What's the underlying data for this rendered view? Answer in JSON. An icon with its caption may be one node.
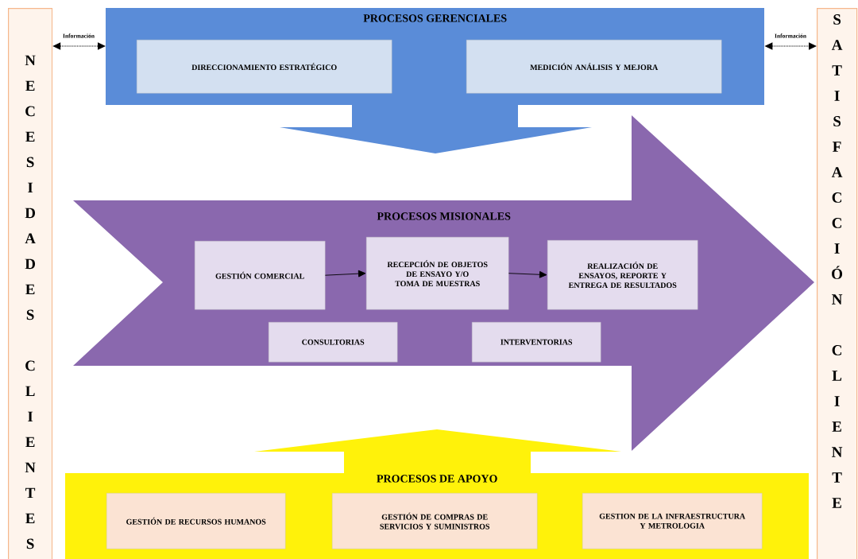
{
  "diagram": {
    "nodes": [
      {
        "text": [
          "NECESIDADES CLIENTES"
        ]
      },
      {
        "text": [
          "PROCESOS GERENCIALES"
        ]
      },
      {
        "text": [
          "DIRECCIONAMIENTO ESTRATÉGICO"
        ],
        "in": 1
      },
      {
        "text": [
          "MEDICIÓN ANÁLISIS Y MEJORA"
        ],
        "in": 1
      },
      {
        "text": [
          "PROCESOS MISIONALES"
        ]
      },
      {
        "text": [
          "GESTIÓN COMERCIAL"
        ],
        "in": 4
      },
      {
        "text": [
          "RECEPCIÓN DE OBJETOS DE ENSAYO Y/O TOMA DE MUESTRAS"
        ],
        "in": 4
      },
      {
        "text": [
          "REALIZACIÓN DE ENSAYOS, REPORTE Y ENTREGA DE RESULTADOS"
        ],
        "in": 4
      },
      {
        "text": [
          "CONSULTORIAS"
        ],
        "in": 4
      },
      {
        "text": [
          "INTERVENTORIAS"
        ],
        "in": 4
      },
      {
        "text": [
          "PROCESOS DE APOYO"
        ]
      },
      {
        "text": [
          "GESTIÓN DE RECURSOS HUMANOS"
        ],
        "in": 10
      },
      {
        "text": [
          "GESTIÓN DE COMPRAS DE SERVICIOS Y SUMINISTROS"
        ],
        "in": 10
      },
      {
        "text": [
          "GESTION DE LA INFRAESTRUCTURA Y METROLOGIA"
        ],
        "in": 10
      },
      {
        "text": [
          "SATISFACCIÓN CLIENTE"
        ]
      }
    ],
    "edges": [
      {
        "from": 0,
        "to": 1,
        "arrow": "both",
        "style": "dashed",
        "label": "Información"
      },
      {
        "from": 1,
        "to": 14,
        "arrow": "both",
        "style": "dashed",
        "label": "Información"
      },
      {
        "from": 5,
        "to": 6,
        "arrow": "to"
      },
      {
        "from": 6,
        "to": 7,
        "arrow": "to"
      }
    ]
  }
}
